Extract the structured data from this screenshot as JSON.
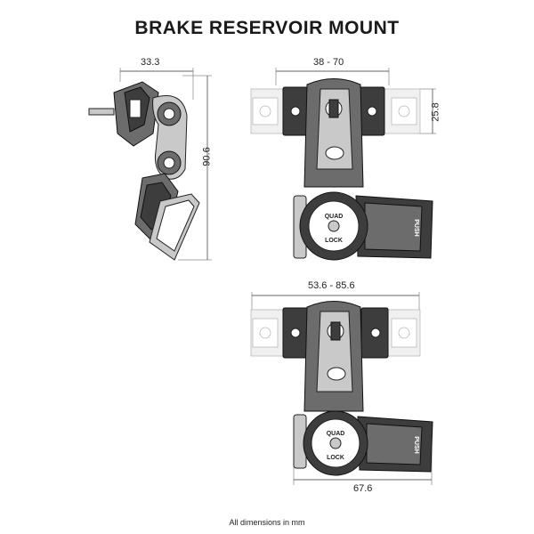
{
  "title": "BRAKE RESERVOIR MOUNT",
  "dimensions": {
    "side_width": "33.3",
    "side_height": "90.6",
    "top_clamp_range": "38 - 70",
    "top_bar_height": "25.8",
    "bottom_clamp_range": "53.6 - 85.6",
    "bottom_width": "67.6"
  },
  "logo": {
    "line1": "QUAD",
    "line2": "LOCK"
  },
  "lever_label": "PUSH",
  "footer": "All dimensions in mm"
}
